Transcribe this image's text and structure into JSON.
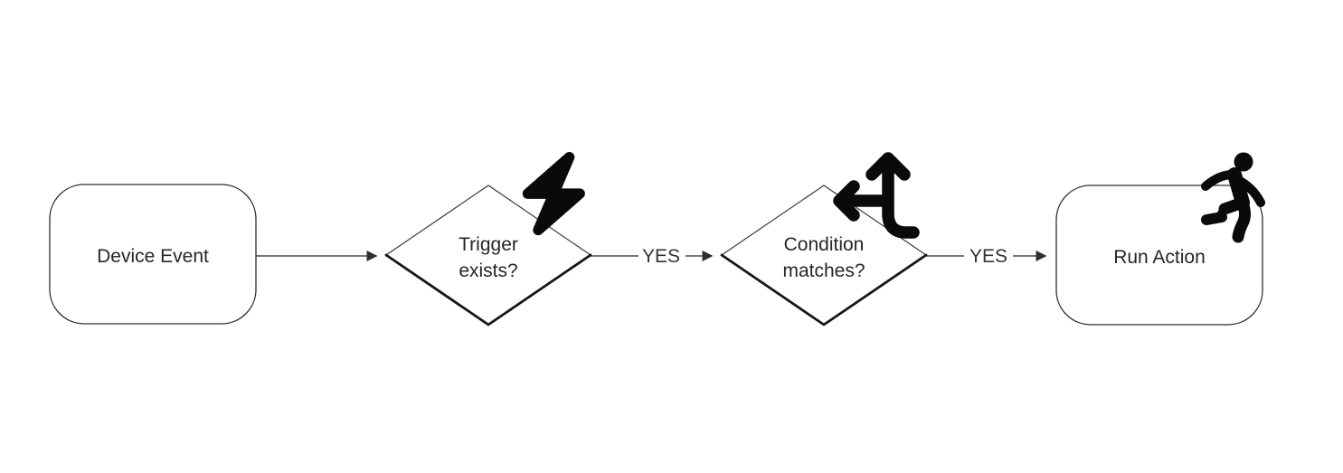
{
  "diagram": {
    "type": "flowchart",
    "background_color": "#ffffff",
    "colors": {
      "shape_stroke": "#2e2e2e",
      "diamond_shadow_stroke": "#161616",
      "connector_stroke": "#4a4a4a",
      "text": "#262626",
      "edge_label_text": "#333333",
      "icon": "#0a0a0a"
    },
    "nodes": {
      "device_event": {
        "shape": "rounded-rectangle",
        "label": "Device Event"
      },
      "trigger_exists": {
        "shape": "diamond",
        "label": {
          "line1": "Trigger",
          "line2": "exists?"
        },
        "icon": "bolt-icon"
      },
      "condition_matches": {
        "shape": "diamond",
        "label": {
          "line1": "Condition",
          "line2": "matches?"
        },
        "icon": "arrows-split-up-left-icon"
      },
      "run_action": {
        "shape": "rounded-rectangle",
        "label": "Run Action",
        "icon": "person-running-icon"
      }
    },
    "edges": [
      {
        "from": "device_event",
        "to": "trigger_exists",
        "label": ""
      },
      {
        "from": "trigger_exists",
        "to": "condition_matches",
        "label": "YES"
      },
      {
        "from": "condition_matches",
        "to": "run_action",
        "label": "YES"
      }
    ]
  }
}
